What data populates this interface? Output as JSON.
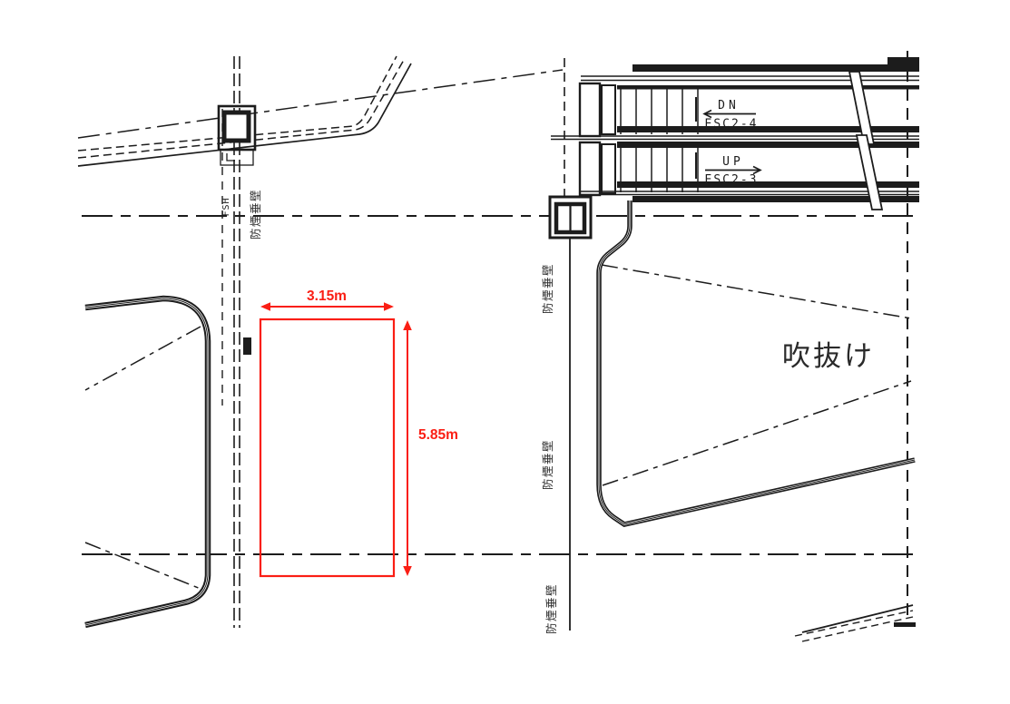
{
  "drawing": {
    "type": "architectural-floor-plan",
    "background_color": "#ffffff",
    "line_color": "#1c1c1c",
    "annotation_color": "#fa1e14"
  },
  "annotations": {
    "width_dim": "3.15m",
    "height_dim": "5.85m"
  },
  "escalators": {
    "down": {
      "direction_label": "DN",
      "name": "ESC2-4"
    },
    "up": {
      "direction_label": "UP",
      "name": "ESC2-3"
    }
  },
  "labels": {
    "atrium": "吹抜け",
    "smoke_barrier": "防煙垂壁",
    "fsh": "FSH"
  }
}
